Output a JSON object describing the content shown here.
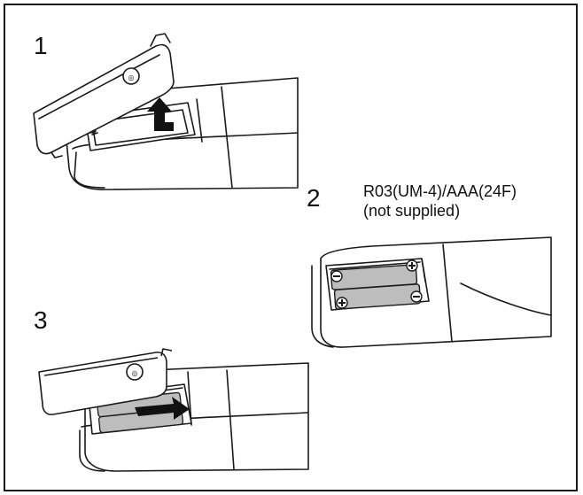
{
  "steps": [
    {
      "number": "1"
    },
    {
      "number": "2",
      "caption_line1": "R03(UM-4)/AAA(24F)",
      "caption_line2": "(not supplied)"
    },
    {
      "number": "3"
    }
  ],
  "battery_polarity": {
    "plus": "+",
    "minus": "−"
  },
  "colors": {
    "line": "#1a1a1a",
    "battery": "#bdbdbd",
    "arrow": "#111111",
    "panel": "#ffffff"
  }
}
